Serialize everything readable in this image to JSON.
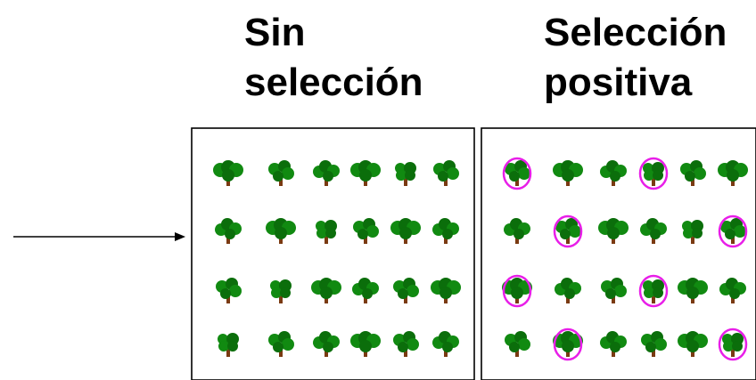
{
  "panels": [
    {
      "title": "Sin\nselección",
      "selected_trees": []
    },
    {
      "title": "Selección\npositiva",
      "selected_trees": [
        0,
        3,
        7,
        11,
        12,
        15,
        19,
        23
      ]
    }
  ],
  "grid": {
    "rows": 4,
    "cols": 6
  },
  "colors": {
    "foliage": "#118a11",
    "foliage_dark": "#0b6e0b",
    "trunk": "#7a3a12",
    "selection_ring": "#e81ee8",
    "frame": "#000000",
    "arrow": "#000000"
  },
  "icons": {
    "tree": "tree-icon",
    "selection": "selection-circle-icon",
    "arrow": "arrow-right-icon"
  }
}
